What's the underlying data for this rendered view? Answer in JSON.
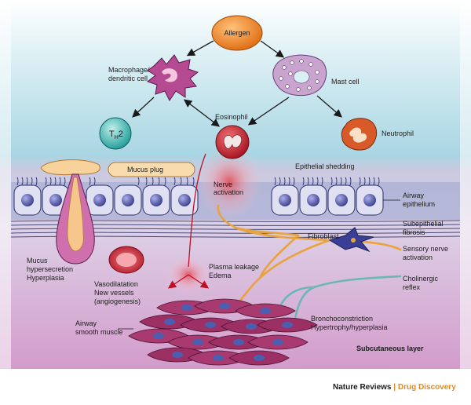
{
  "labels": {
    "allergen": "Allergen",
    "macrophage_1": "Macrophage/",
    "macrophage_2": "dendritic cell",
    "mast_cell": "Mast cell",
    "eosinophil": "Eosinophil",
    "th2_main": "T",
    "th2_sub": "H",
    "th2_num": "2",
    "neutrophil": "Neutrophil",
    "mucus_plug": "Mucus plug",
    "epithelial_shedding": "Epithelial shedding",
    "nerve_activation_1": "Nerve",
    "nerve_activation_2": "activation",
    "airway_epithelium_1": "Airway",
    "airway_epithelium_2": "epithelium",
    "subepithelial_fibrosis_1": "Subepithelial",
    "subepithelial_fibrosis_2": "fibrosis",
    "fibroblast": "Fibroblast",
    "sensory_nerve_1": "Sensory nerve",
    "sensory_nerve_2": "activation",
    "mucus_hyper_1": "Mucus",
    "mucus_hyper_2": "hypersecretion",
    "mucus_hyper_3": "Hyperplasia",
    "vasodilatation_1": "Vasodilatation",
    "vasodilatation_2": "New vessels",
    "vasodilatation_3": "(angiogenesis)",
    "plasma_1": "Plasma leakage",
    "plasma_2": "Edema",
    "cholinergic_1": "Cholinergic",
    "cholinergic_2": "reflex",
    "airway_smooth_1": "Airway",
    "airway_smooth_2": "smooth muscle",
    "broncho_1": "Bronchoconstriction",
    "broncho_2": "Hypertrophy/hyperplasia",
    "subcutaneous": "Subcutaneous layer"
  },
  "credit": {
    "journal": "Nature Reviews",
    "separator": " | ",
    "section": "Drug Discovery"
  },
  "colors": {
    "allergen": "#f08a2a",
    "macrophage": "#b3478f",
    "mast_cell": "#c7a6cf",
    "eosinophil": "#b8182c",
    "th2": "#2aa7a3",
    "neutrophil": "#d85a28",
    "epithelium": "#b4b9d8",
    "nucleus": "#5b5fa8",
    "mucus": "#f7d7a3",
    "smooth_muscle": "#9c2f64",
    "nerve": "#e8a33c",
    "cholinergic": "#6ab7b6",
    "background_top": "#a9d5e3",
    "background_bottom": "#d8a8d0"
  }
}
